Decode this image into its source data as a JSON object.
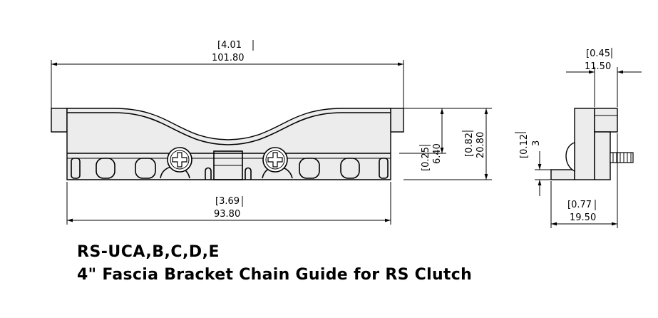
{
  "title": {
    "line1": "RS-UCA,B,C,D,E",
    "line2": "4\" Fascia Bracket Chain Guide for RS Clutch"
  },
  "dimensions": {
    "overall_length": {
      "in": "[4.01",
      "mm": "101.80"
    },
    "inner_length": {
      "in": "[3.69",
      "mm": "93.80"
    },
    "groove_depth": {
      "in": "[0.25",
      "mm": "6.40"
    },
    "overall_height": {
      "in": "[0.82",
      "mm": "20.80"
    },
    "top_width": {
      "in": "[0.45",
      "mm": "11.50"
    },
    "base_depth": {
      "in": "[0.77",
      "mm": "19.50"
    },
    "lip_height": {
      "in": "[0.12",
      "mm": "3"
    }
  },
  "colors": {
    "line": "#000000",
    "shading": "#ececec",
    "background": "#ffffff"
  }
}
